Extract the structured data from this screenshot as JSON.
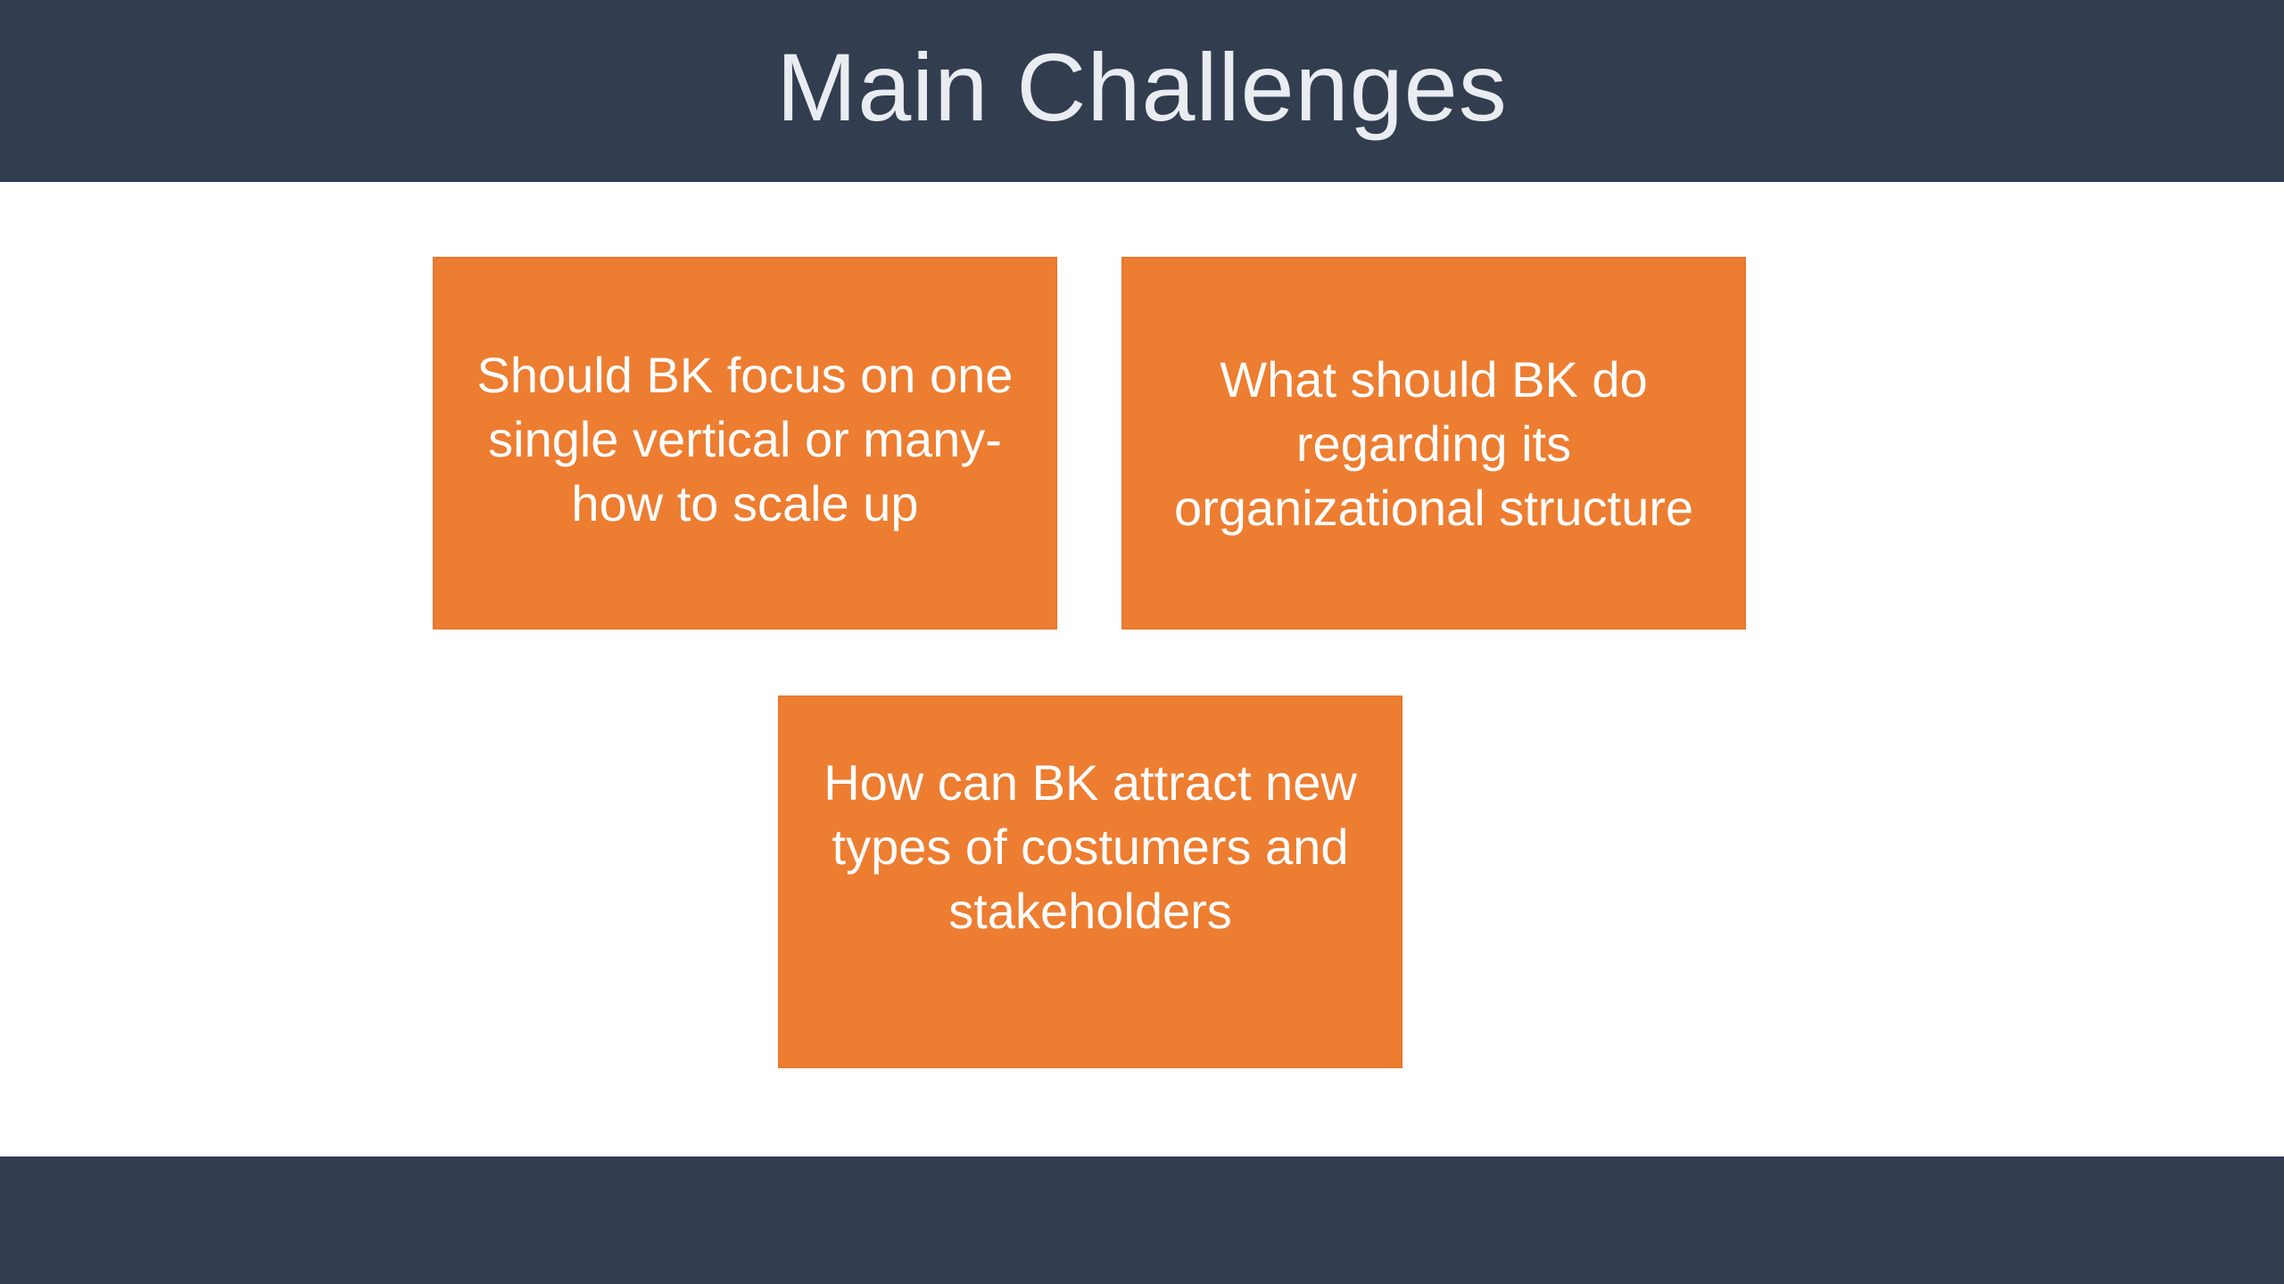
{
  "slide": {
    "title": "Main Challenges",
    "boxes": [
      {
        "text": "Should BK focus on one single vertical or many- how to scale up"
      },
      {
        "text": "What should BK do regarding its organizational structure"
      },
      {
        "text": "How can BK attract new types of costumers and stakeholders"
      }
    ]
  },
  "colors": {
    "header_bar": "#333d50",
    "box_fill": "#ed7d31",
    "title_text": "#e9edf2",
    "box_text": "#ffffff",
    "background": "#ffffff"
  }
}
